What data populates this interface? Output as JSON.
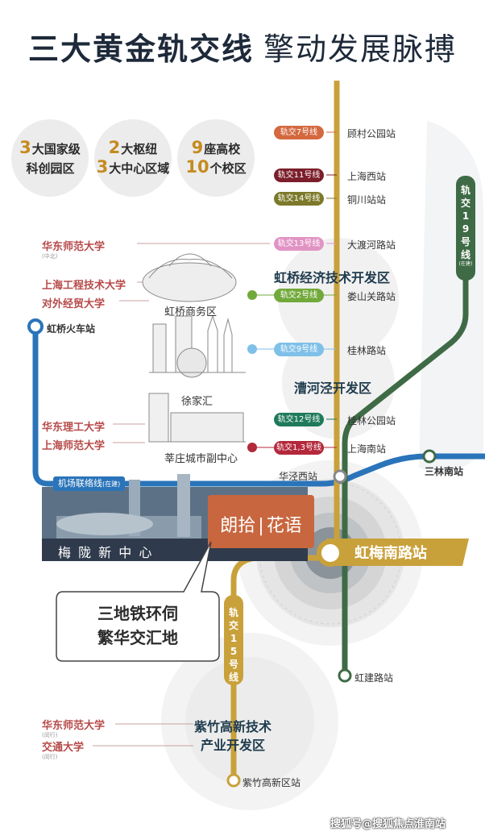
{
  "title": {
    "bold": "三大黄金轨交线",
    "light": "擎动发展脉搏"
  },
  "stats": [
    {
      "n1": "3",
      "t1": "大国家级",
      "n2": "",
      "t2": "科创园区"
    },
    {
      "n1": "2",
      "t1": "大枢纽",
      "n2": "3",
      "t2": "大中心区域"
    },
    {
      "n1": "9",
      "t1": "座高校",
      "n2": "10",
      "t2": "个校区"
    }
  ],
  "colors": {
    "gold": "#c9a13b",
    "green": "#3e6b45",
    "blue": "#2a74b9",
    "orange": "#c8663f",
    "m7": "#d4683f",
    "m11": "#7c1e2b",
    "m14": "#7c7a2a",
    "m13": "#e194c4",
    "m2": "#72a93b",
    "m9": "#7fc0e8",
    "m12": "#1f7a5c",
    "m1": "#b4283b"
  },
  "pills": [
    {
      "label": "轨交7号线",
      "station": "顾村公园站"
    },
    {
      "label": "轨交11号线",
      "station": "上海西站"
    },
    {
      "label": "轨交14号线",
      "station": "铜川站站"
    },
    {
      "label": "轨交13号线",
      "station": "大渡河路站"
    },
    {
      "label": "轨交2号线",
      "station": "娄山关路站"
    },
    {
      "label": "轨交9号线",
      "station": "桂林路站"
    },
    {
      "label": "轨交12号线",
      "station": "桂林公园站"
    },
    {
      "label": "轨交1,3号线",
      "station": "上海南站"
    }
  ],
  "zones": {
    "hongqiao_econ": "虹桥经济技术开发区",
    "caohejing": "漕河泾开发区",
    "zizhu_1": "紫竹高新技术",
    "zizhu_2": "产业开发区"
  },
  "landmarks": {
    "hongqiao_business": "虹桥商务区",
    "xujiahui": "徐家汇",
    "xinzhuang": "莘庄城市副中心"
  },
  "universities": [
    {
      "name": "华东师范大学",
      "sub": "(中北)"
    },
    {
      "name": "上海工程技术大学",
      "sub": ""
    },
    {
      "name": "对外经贸大学",
      "sub": ""
    },
    {
      "name": "华东理工大学",
      "sub": ""
    },
    {
      "name": "上海师范大学",
      "sub": ""
    },
    {
      "name": "华东师范大学",
      "sub": "(闵行)"
    },
    {
      "name": "交通大学",
      "sub": "(闵行)"
    }
  ],
  "stations": {
    "hongqiao_rail": "虹桥火车站",
    "huajingxi": "华泾西站",
    "sanlinnan": "三林南站",
    "main": "虹梅南路站",
    "hongjian": "虹建路站",
    "zizhu": "紫竹高新区站"
  },
  "airport_line": {
    "name": "机场联络线",
    "note": "(在建)"
  },
  "line19": {
    "label": "轨交19号线",
    "note": "(在建)"
  },
  "line15": {
    "label": "轨交15号线"
  },
  "meilong": "梅 陇 新 中 心",
  "project": {
    "a": "朗拾",
    "sep": "|",
    "b": "花语"
  },
  "callout": {
    "l1": "三地铁环伺",
    "l2": "繁华交汇地"
  },
  "watermark": "搜狐号@搜狐焦点淮南站"
}
